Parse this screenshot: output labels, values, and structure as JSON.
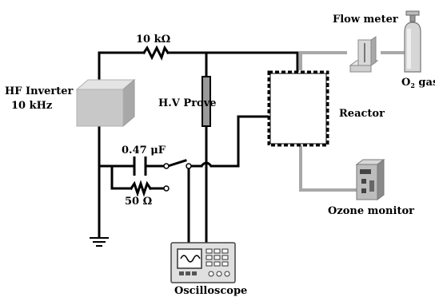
{
  "labels": {
    "resistor_top": "10 kΩ",
    "hf_inverter_line1": "HF Inverter",
    "hf_inverter_line2": "10 kHz",
    "hv_probe": "H.V Prove",
    "reactor": "Reactor",
    "capacitor": "0.47 μF",
    "resistor_bottom": "50  Ω",
    "flow_meter": "Flow meter",
    "o2_gas_prefix": "O",
    "o2_gas_subscript": "2",
    "o2_gas_suffix": " gas",
    "ozone_monitor": "Ozone monitor",
    "oscilloscope": "Oscilloscope"
  },
  "colors": {
    "wire": "#000000",
    "gas_pipe": "#a8a8a8",
    "inverter_front": "#c8c8c8",
    "probe_fill": "#9a9a9a"
  },
  "icons": [
    "hf-inverter-box-icon",
    "flow-meter-icon",
    "gas-cylinder-icon",
    "ozone-monitor-icon",
    "oscilloscope-icon",
    "ground-icon"
  ]
}
